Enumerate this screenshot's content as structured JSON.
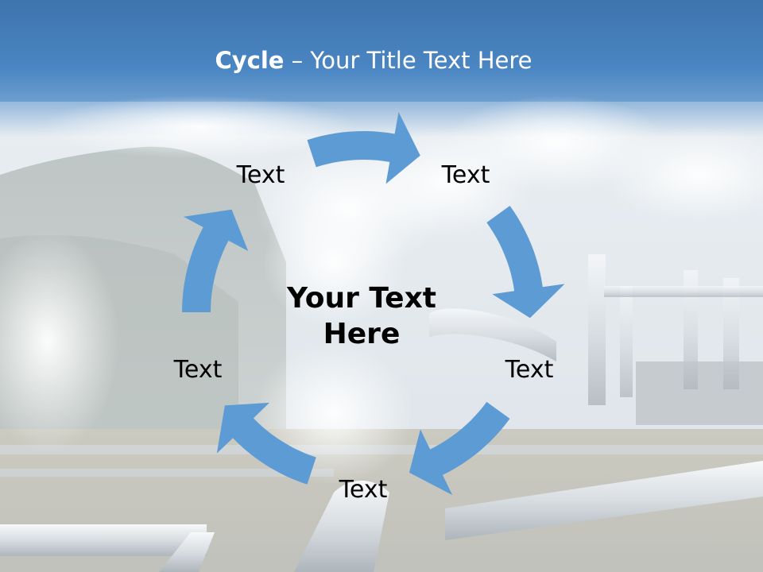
{
  "slide": {
    "title_bold": "Cycle",
    "title_rest": " – Your Title Text Here",
    "center": {
      "line1": "Your Text",
      "line2": "Here"
    },
    "labels": [
      "Text",
      "Text",
      "Text",
      "Text",
      "Text"
    ]
  },
  "colors": {
    "header_blue": "#4a86c3",
    "arrow_blue": "#5d9bd5",
    "text": "#000000",
    "title_text": "#ffffff"
  },
  "icons": [
    "cycle-arrow-icon"
  ]
}
